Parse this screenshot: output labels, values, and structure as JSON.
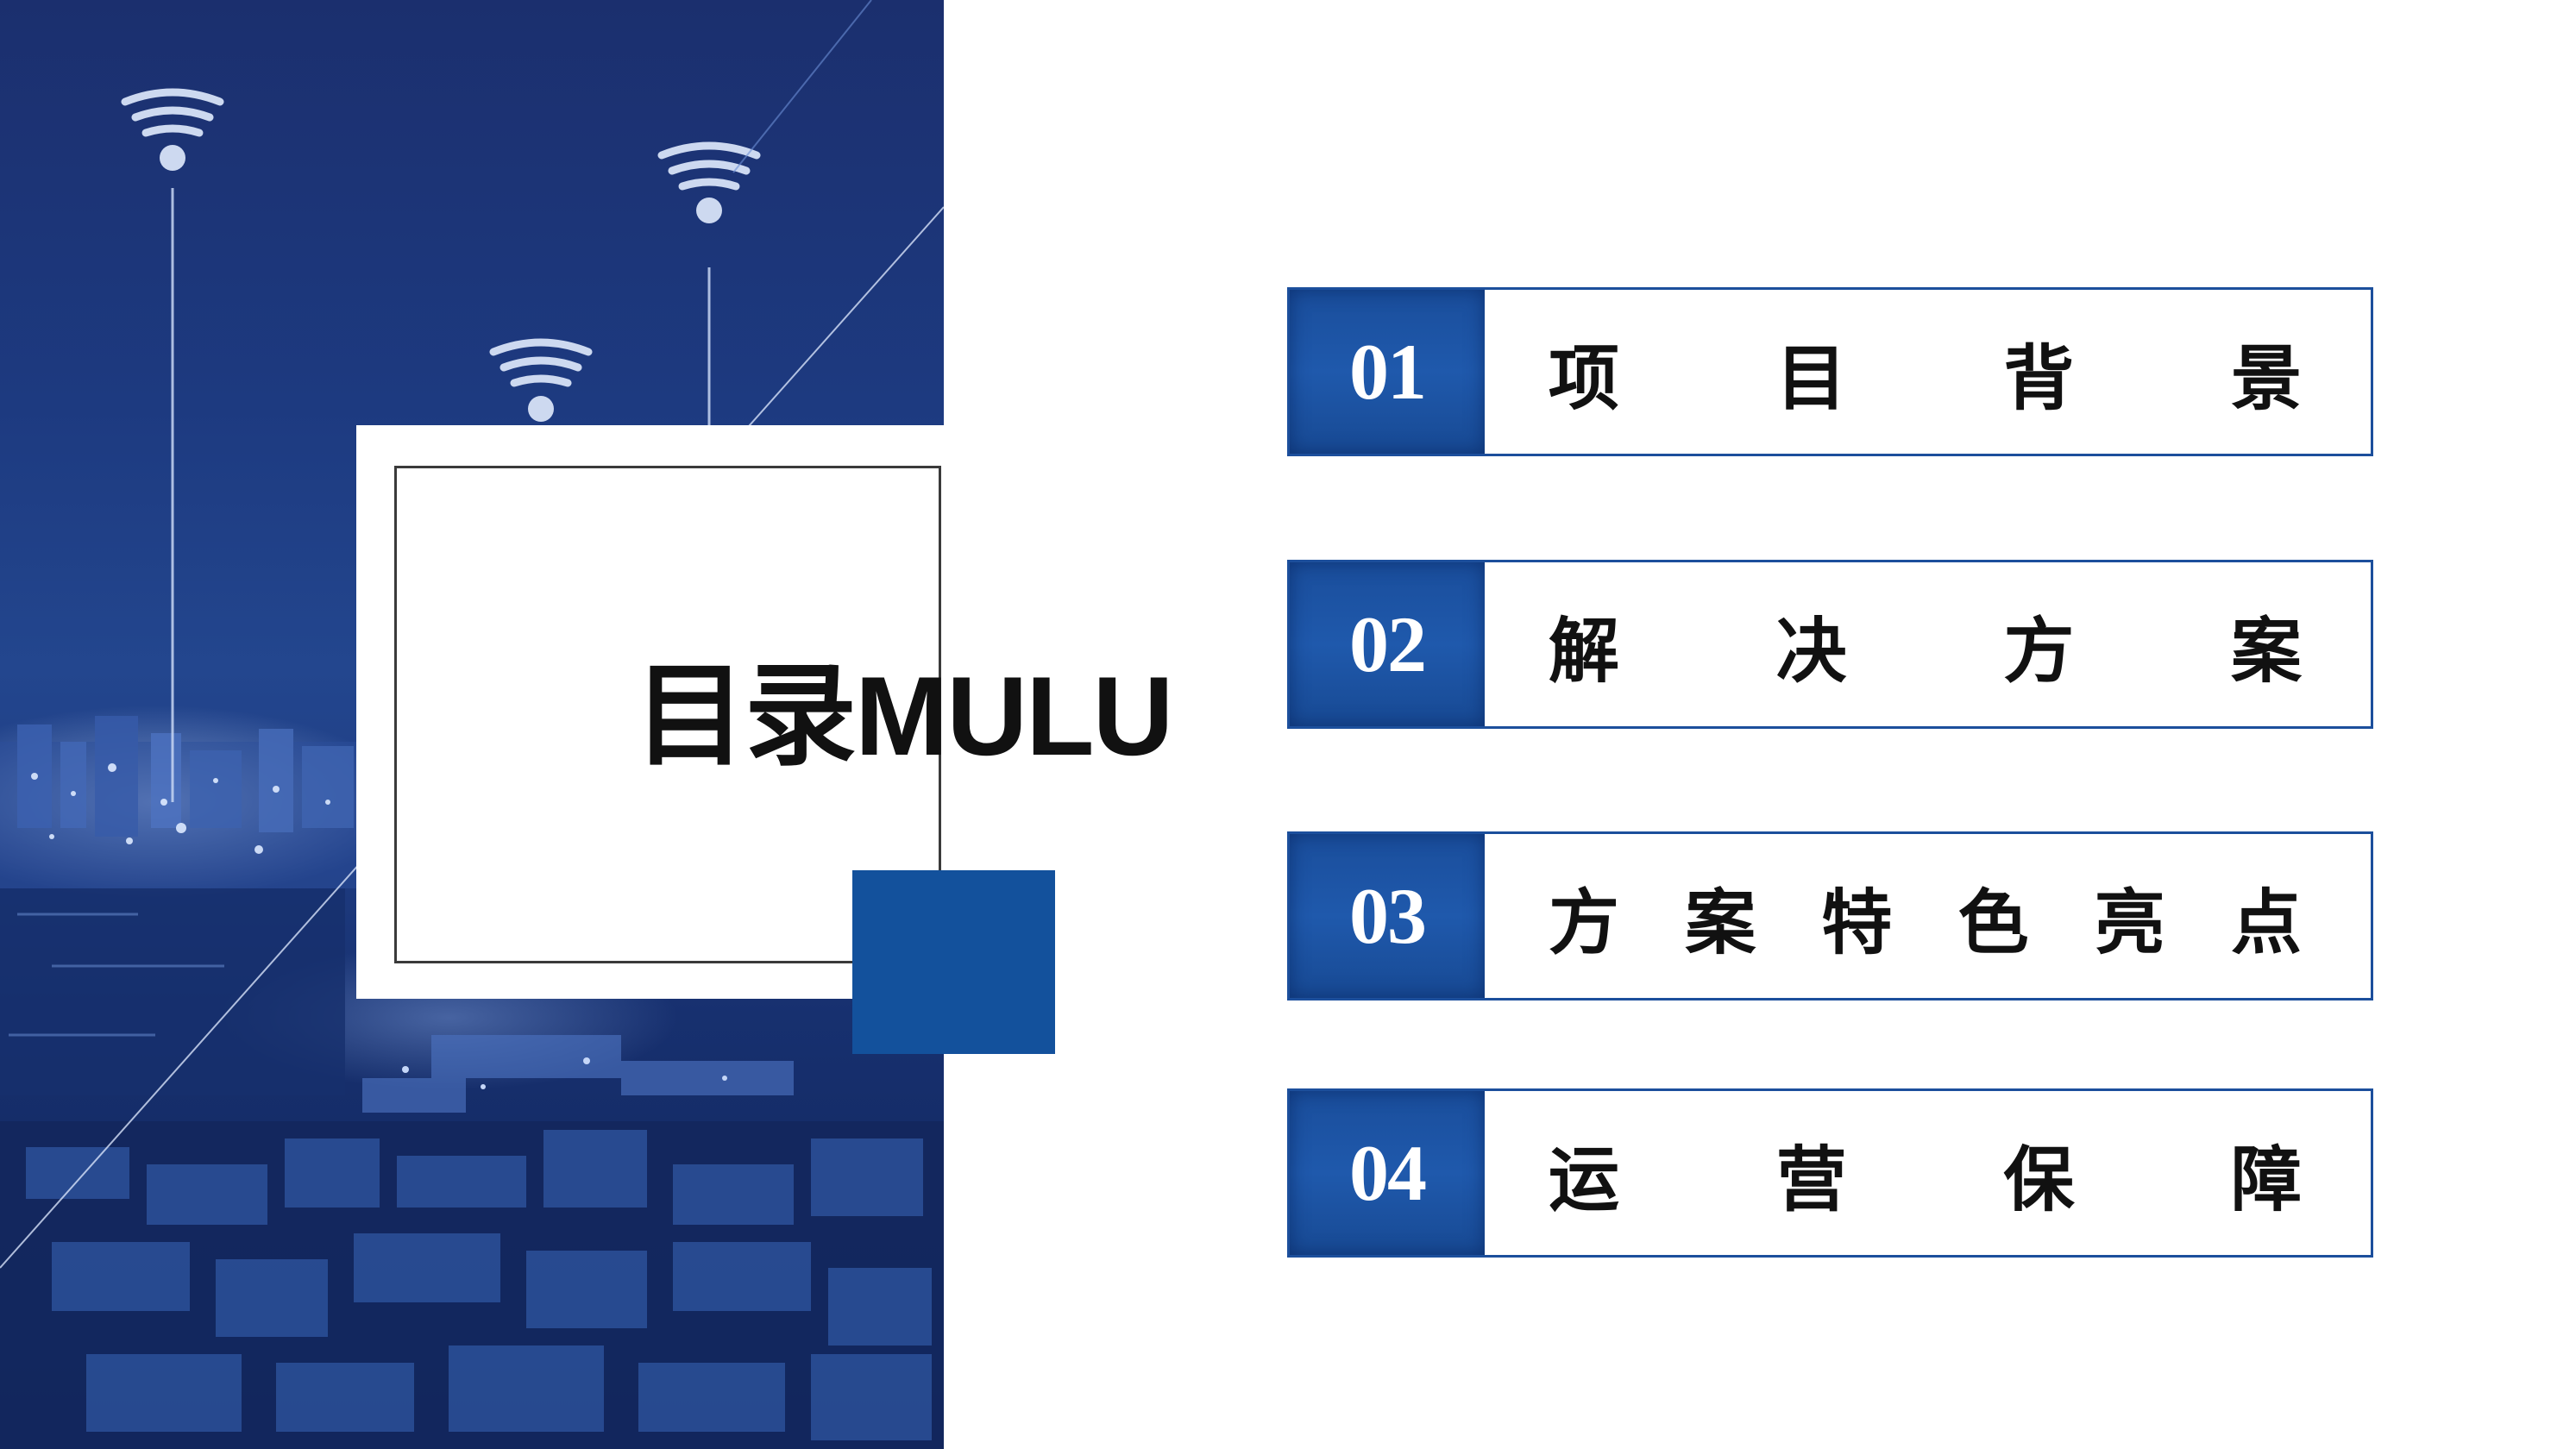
{
  "title": "目录MULU",
  "menu": [
    {
      "number": "01",
      "label": "项目背景"
    },
    {
      "number": "02",
      "label": "解决方案"
    },
    {
      "number": "03",
      "label": "方案特色亮点"
    },
    {
      "number": "04",
      "label": "运营保障"
    }
  ],
  "colors": {
    "accent_blue": "#13519c",
    "frame_border": "#1c4f9c",
    "photo_dark_blue": "#1b2f6e",
    "title_text": "#111111"
  },
  "icons": [
    "wifi-signal-icon",
    "wifi-signal-icon",
    "wifi-signal-icon"
  ]
}
